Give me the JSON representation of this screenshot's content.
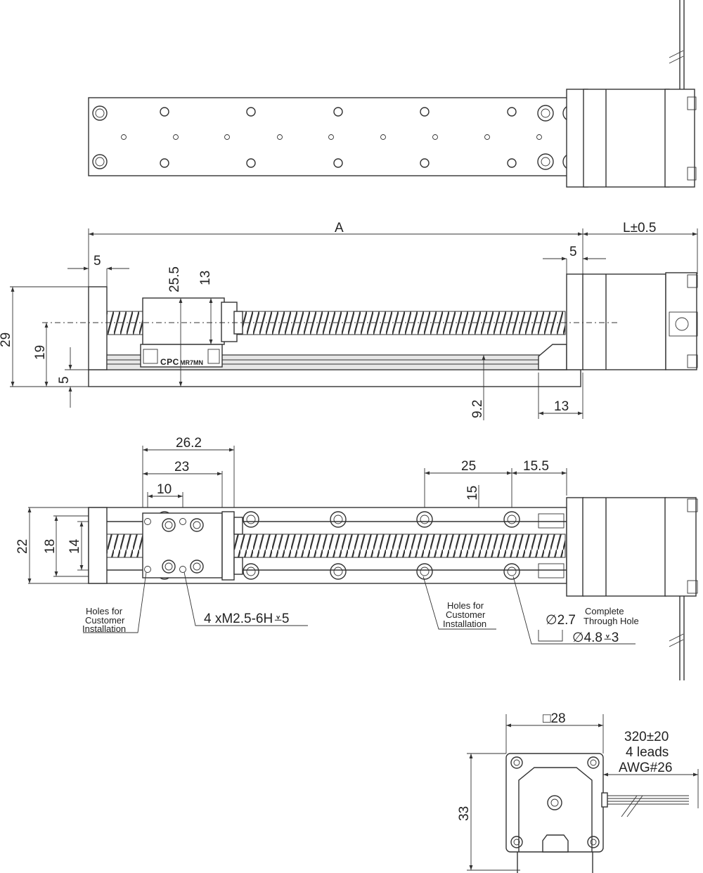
{
  "top_view": {},
  "front_view": {
    "dims": {
      "a": "A",
      "l": "L±0.5",
      "base_offset_left": "5",
      "motor_offset": "5",
      "carriage_height": "25.5",
      "carriage_body": "13",
      "overall_height": "29",
      "screw_center": "19",
      "base_thickness": "5",
      "rail_height": "9.2",
      "end_block": "13"
    },
    "carriage_label": "CPC",
    "carriage_model": "MR7MN"
  },
  "plan_view": {
    "dims": {
      "carriage_length": "26.2",
      "hole_span": "23",
      "hole_spacing": "10",
      "pitch": "25",
      "end_offset": "15.5",
      "hole_row_spacing": "15",
      "width_22": "22",
      "width_18": "18",
      "width_14": "14"
    },
    "notes": {
      "holes_left": [
        "Holes for",
        "Customer",
        "Installation"
      ],
      "tapped": "4 xM2.5-6H",
      "tapped_depth": "5",
      "holes_right": [
        "Holes for",
        "Customer",
        "Installation"
      ],
      "through_dia": "2.7",
      "through_text": [
        "Complete",
        "Through Hole"
      ],
      "cbore": "4.8",
      "cbore_depth": "3"
    }
  },
  "end_view": {
    "dims": {
      "flange": "28",
      "height": "33"
    },
    "cable": [
      "320±20",
      "4 leads",
      "AWG#26"
    ]
  }
}
